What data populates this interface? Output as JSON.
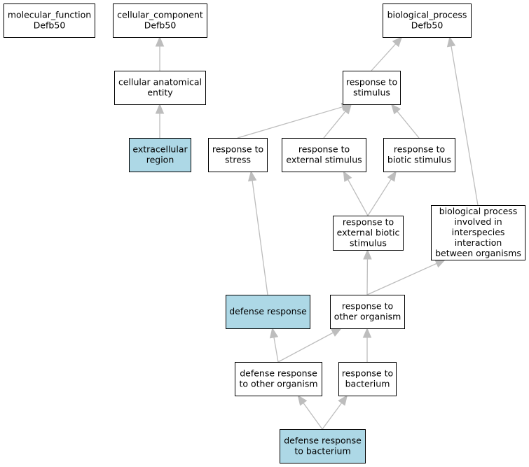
{
  "nodes": {
    "mf": {
      "lines": [
        "molecular_function",
        "Defb50"
      ],
      "highlight": false
    },
    "cc": {
      "lines": [
        "cellular_component",
        "Defb50"
      ],
      "highlight": false
    },
    "bp": {
      "lines": [
        "biological_process",
        "Defb50"
      ],
      "highlight": false
    },
    "cae": {
      "lines": [
        "cellular anatomical",
        "entity"
      ],
      "highlight": false
    },
    "rts": {
      "lines": [
        "response to",
        "stimulus"
      ],
      "highlight": false
    },
    "ecr": {
      "lines": [
        "extracellular",
        "region"
      ],
      "highlight": true
    },
    "rtstress": {
      "lines": [
        "response to",
        "stress"
      ],
      "highlight": false
    },
    "res": {
      "lines": [
        "response to",
        "external stimulus"
      ],
      "highlight": false
    },
    "rbs": {
      "lines": [
        "response to",
        "biotic stimulus"
      ],
      "highlight": false
    },
    "rebs": {
      "lines": [
        "response to",
        "external biotic",
        "stimulus"
      ],
      "highlight": false
    },
    "bpii": {
      "lines": [
        "biological process",
        "involved in",
        "interspecies",
        "interaction",
        "between organisms"
      ],
      "highlight": false
    },
    "dr": {
      "lines": [
        "defense response"
      ],
      "highlight": true
    },
    "rtoo": {
      "lines": [
        "response to",
        "other organism"
      ],
      "highlight": false
    },
    "droo": {
      "lines": [
        "defense response",
        "to other organism"
      ],
      "highlight": false
    },
    "rtb": {
      "lines": [
        "response to",
        "bacterium"
      ],
      "highlight": false
    },
    "drb": {
      "lines": [
        "defense response",
        "to bacterium"
      ],
      "highlight": true
    }
  },
  "edges": [
    {
      "from": "cae",
      "to": "cc"
    },
    {
      "from": "ecr",
      "to": "cae"
    },
    {
      "from": "rts",
      "to": "bp"
    },
    {
      "from": "rtstress",
      "to": "rts"
    },
    {
      "from": "res",
      "to": "rts"
    },
    {
      "from": "rbs",
      "to": "rts"
    },
    {
      "from": "rebs",
      "to": "res"
    },
    {
      "from": "rebs",
      "to": "rbs"
    },
    {
      "from": "bpii",
      "to": "bp"
    },
    {
      "from": "rtoo",
      "to": "rebs"
    },
    {
      "from": "rtoo",
      "to": "bpii"
    },
    {
      "from": "dr",
      "to": "rtstress"
    },
    {
      "from": "droo",
      "to": "dr"
    },
    {
      "from": "droo",
      "to": "rtoo"
    },
    {
      "from": "rtb",
      "to": "rtoo"
    },
    {
      "from": "drb",
      "to": "droo"
    },
    {
      "from": "drb",
      "to": "rtb"
    }
  ],
  "colors": {
    "highlight_fill": "#add8e6",
    "node_fill": "#ffffff",
    "node_stroke": "#000000",
    "edge": "#bdbdbd"
  }
}
